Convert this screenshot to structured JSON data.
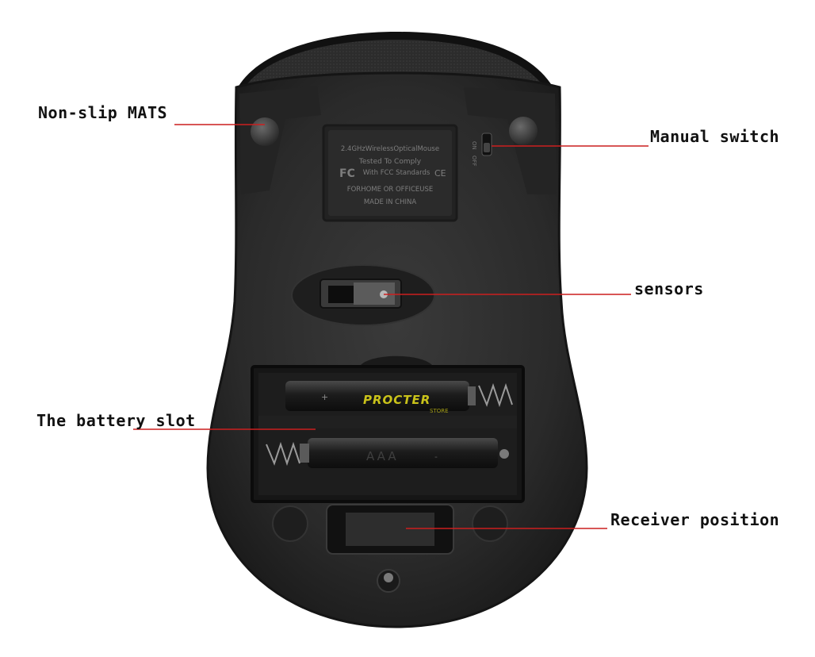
{
  "callouts": {
    "non_slip_mats": "Non-slip MATS",
    "manual_switch": "Manual switch",
    "sensors": "sensors",
    "battery_slot": "The battery slot",
    "receiver_position": "Receiver position"
  },
  "label_plate": {
    "line1": "2.4GHzWirelessOpticalMouse",
    "line2": "Tested To Comply",
    "line3": "With FCC Standards",
    "line4": "FORHOME OR OFFICEUSE",
    "line5": "MADE IN CHINA",
    "fc_mark": "FC",
    "ce_mark": "CE"
  },
  "switch_marks": {
    "on": "ON",
    "off": "OFF"
  },
  "batteries": {
    "brand": "PROCTER",
    "brand_sub": "STORE",
    "type_label": "AAA",
    "plus_sign": "+",
    "minus_sign": "-"
  },
  "colors": {
    "callout_line": "#cc1f1f",
    "mouse_body": "#2a2a2a",
    "mouse_rim": "#1a1a1a",
    "battery_brand": "#c9c21a"
  }
}
